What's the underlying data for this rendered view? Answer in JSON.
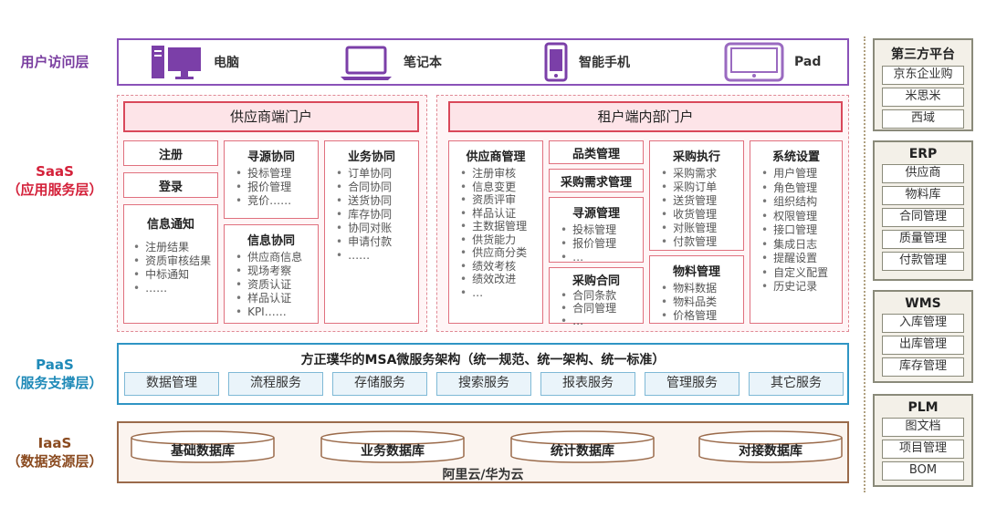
{
  "layers": {
    "access": "用户访问层",
    "saas": [
      "SaaS",
      "（应用服务层）"
    ],
    "paas": [
      "PaaS",
      "（服务支撑层）"
    ],
    "iaas": [
      "IaaS",
      "（数据资源层）"
    ]
  },
  "devices": [
    {
      "icon": "desktop-icon",
      "label": "电脑"
    },
    {
      "icon": "laptop-icon",
      "label": "笔记本"
    },
    {
      "icon": "smartphone-icon",
      "label": "智能手机"
    },
    {
      "icon": "tablet-icon",
      "label": "Pad"
    }
  ],
  "supplier_portal": {
    "title": "供应商端门户",
    "register": "注册",
    "login": "登录",
    "notice": {
      "title": "信息通知",
      "items": [
        "注册结果",
        "资质审核结果",
        "中标通知",
        "……"
      ]
    },
    "sourcing": {
      "title": "寻源协同",
      "items": [
        "投标管理",
        "报价管理",
        "竞价……"
      ]
    },
    "info": {
      "title": "信息协同",
      "items": [
        "供应商信息",
        "现场考察",
        "资质认证",
        "样品认证",
        "KPI……"
      ]
    },
    "business": {
      "title": "业务协同",
      "items": [
        "订单协同",
        "合同协同",
        "送货协同",
        "库存协同",
        "协同对账",
        "申请付款",
        "……"
      ]
    }
  },
  "tenant_portal": {
    "title": "租户端内部门户",
    "supplier_mgmt": {
      "title": "供应商管理",
      "items": [
        "注册审核",
        "信息变更",
        "资质评审",
        "样品认证",
        "主数据管理",
        "供货能力",
        "供应商分类",
        "绩效考核",
        "绩效改进",
        "…"
      ]
    },
    "category": "品类管理",
    "demand": "采购需求管理",
    "sourcing": {
      "title": "寻源管理",
      "items": [
        "投标管理",
        "报价管理",
        "…"
      ]
    },
    "contract": {
      "title": "采购合同",
      "items": [
        "合同条款",
        "合同管理",
        "…"
      ]
    },
    "execution": {
      "title": "采购执行",
      "items": [
        "采购需求",
        "采购订单",
        "送货管理",
        "收货管理",
        "对账管理",
        "付款管理"
      ]
    },
    "material": {
      "title": "物料管理",
      "items": [
        "物料数据",
        "物料品类",
        "价格管理"
      ]
    },
    "settings": {
      "title": "系统设置",
      "items": [
        "用户管理",
        "角色管理",
        "组织结构",
        "权限管理",
        "接口管理",
        "集成日志",
        "提醒设置",
        "自定义配置",
        "历史记录"
      ]
    }
  },
  "paas": {
    "title": "方正璞华的MSA微服务架构（统一规范、统一架构、统一标准）",
    "services": [
      "数据管理",
      "流程服务",
      "存储服务",
      "搜索服务",
      "报表服务",
      "管理服务",
      "其它服务"
    ]
  },
  "iaas": {
    "databases": [
      "基础数据库",
      "业务数据库",
      "统计数据库",
      "对接数据库"
    ],
    "cloud": "阿里云/华为云"
  },
  "side": [
    {
      "title": "第三方平台",
      "items": [
        "京东企业购",
        "米思米",
        "西域"
      ]
    },
    {
      "title": "ERP",
      "items": [
        "供应商",
        "物料库",
        "合同管理",
        "质量管理",
        "付款管理"
      ]
    },
    {
      "title": "WMS",
      "items": [
        "入库管理",
        "出库管理",
        "库存管理"
      ]
    },
    {
      "title": "PLM",
      "items": [
        "图文档",
        "项目管理",
        "BOM"
      ]
    }
  ]
}
